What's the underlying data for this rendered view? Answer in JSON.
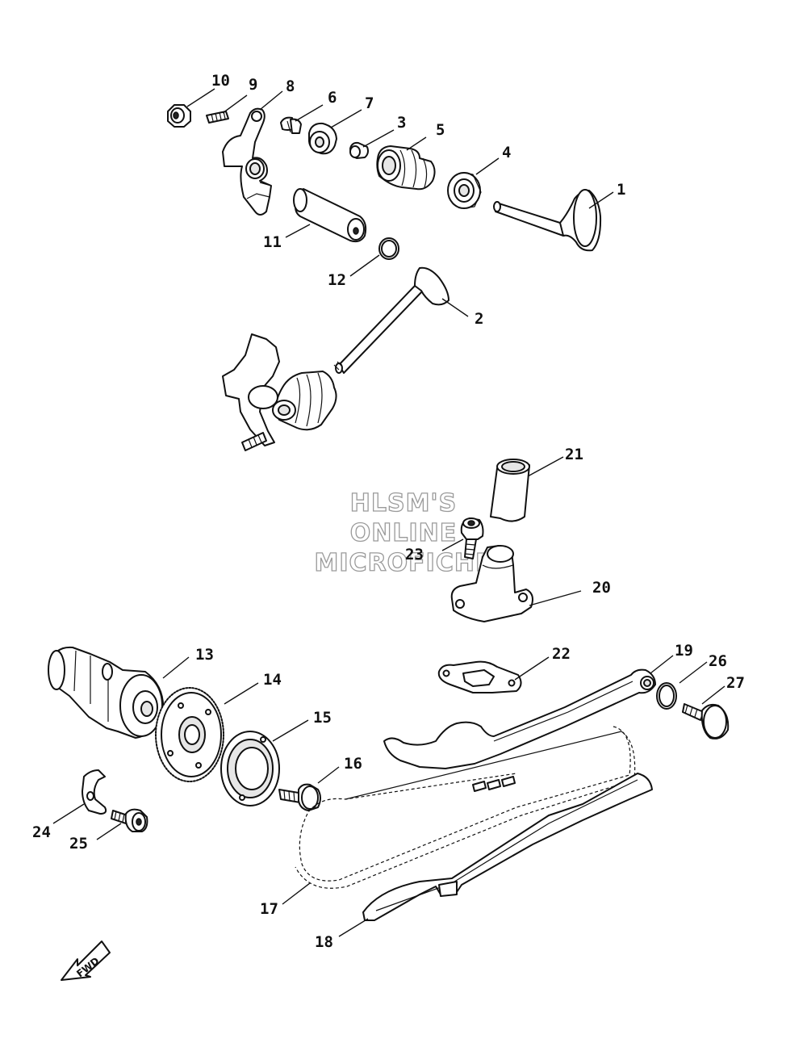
{
  "callouts": [
    "1",
    "2",
    "3",
    "4",
    "5",
    "6",
    "7",
    "8",
    "9",
    "10",
    "11",
    "12",
    "13",
    "14",
    "15",
    "16",
    "17",
    "18",
    "19",
    "20",
    "21",
    "22",
    "23",
    "24",
    "25",
    "26",
    "27"
  ],
  "watermark": {
    "line1": "HLSM'S",
    "line2": "ONLINE",
    "line3": "MICROFICHE"
  },
  "fwd_label": "FWD"
}
